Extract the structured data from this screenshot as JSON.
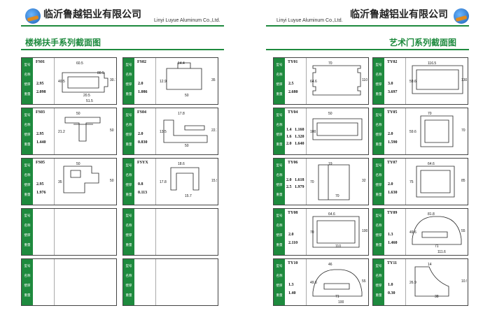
{
  "header": {
    "company_cn": "临沂鲁越铝业有限公司",
    "company_en": "Linyi Luyue Aluminum Co.,Ltd."
  },
  "left_section": {
    "title": "楼梯扶手系列截面图"
  },
  "right_section": {
    "title": "艺术门系列截面图"
  },
  "side_labels": [
    "型号",
    "名称",
    "壁厚",
    "重量"
  ],
  "left_cards": [
    {
      "code": "FS01",
      "thickness": "2.95",
      "weight": "2.098",
      "dims": [
        "60.5",
        "40.5",
        "30.1",
        "20.5",
        "51.5",
        "80.5"
      ]
    },
    {
      "code": "FS02",
      "thickness": "2.0",
      "weight": "1.086",
      "dims": [
        "14.4",
        "12.9",
        "35",
        "50"
      ]
    },
    {
      "code": "FS03",
      "thickness": "2.95",
      "weight": "1.440",
      "dims": [
        "50",
        "21.2",
        "50"
      ]
    },
    {
      "code": "FS04",
      "thickness": "2.0",
      "weight": "0.830",
      "dims": [
        "17.8",
        "13.5",
        "22.1",
        "50"
      ]
    },
    {
      "code": "FS05",
      "thickness": "2.95",
      "weight": "1.976",
      "dims": [
        "50",
        "35",
        "50"
      ]
    },
    {
      "code": "FSYX",
      "thickness": "0.8",
      "weight": "0.113",
      "dims": [
        "18.6",
        "17.8",
        "15.9",
        "15.7"
      ]
    },
    {
      "code": "",
      "thickness": "",
      "weight": "",
      "dims": []
    },
    {
      "code": "",
      "thickness": "",
      "weight": "",
      "dims": []
    },
    {
      "code": "",
      "thickness": "",
      "weight": "",
      "dims": []
    },
    {
      "code": "",
      "thickness": "",
      "weight": "",
      "dims": []
    }
  ],
  "right_cards": [
    {
      "code": "TY01",
      "thickness": "2.5",
      "weight": "2.680",
      "dims": [
        "70",
        "64.6",
        "110"
      ]
    },
    {
      "code": "TY02",
      "thickness": "3.0",
      "weight": "3.697",
      "dims": [
        "116.5",
        "59.6",
        "130"
      ]
    },
    {
      "code": "TY04",
      "thickness_list": [
        "1.4",
        "1.6",
        "2.0"
      ],
      "weight_list": [
        "1.160",
        "1.320",
        "1.640"
      ],
      "dims": [
        "50",
        "100"
      ]
    },
    {
      "code": "TY05",
      "thickness": "2.0",
      "weight": "1.590",
      "dims": [
        "70",
        "59.6",
        "70"
      ]
    },
    {
      "code": "TY06",
      "thickness_list": [
        "2.0",
        "2.5"
      ],
      "weight_list": [
        "1.618",
        "1.979"
      ],
      "dims": [
        "19",
        "70",
        "32",
        "70"
      ]
    },
    {
      "code": "TY07",
      "thickness": "2.0",
      "weight": "1.630",
      "dims": [
        "64.6",
        "75",
        "85"
      ]
    },
    {
      "code": "TY08",
      "thickness": "2.0",
      "weight": "2.110",
      "dims": [
        "64.6",
        "70",
        "100",
        "110"
      ]
    },
    {
      "code": "TY09",
      "thickness": "1.3",
      "weight": "1.460",
      "dims": [
        "81.8",
        "49.6",
        "55",
        "71",
        "111.6"
      ]
    },
    {
      "code": "TY10",
      "thickness": "1.3",
      "weight": "1.40",
      "dims": [
        "46",
        "49.6",
        "55",
        "71",
        "100"
      ]
    },
    {
      "code": "TY11",
      "thickness": "1.0",
      "weight": "0.30",
      "dims": [
        "14",
        "26.9",
        "10.5",
        "38"
      ]
    }
  ]
}
